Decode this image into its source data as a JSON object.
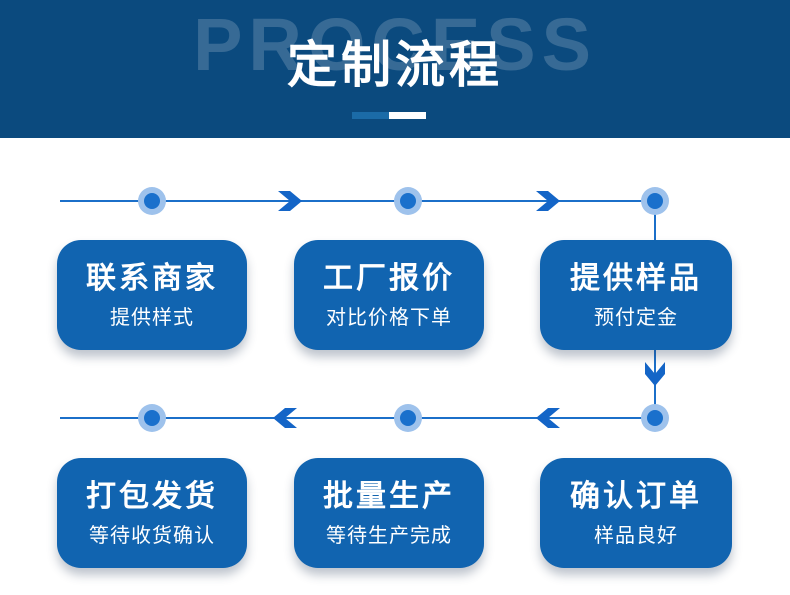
{
  "page": {
    "background_color": "#ffffff"
  },
  "header": {
    "background_color": "#0b4a7e",
    "watermark": "PROCESS",
    "title": "定制流程",
    "divider": {
      "left_color": "#1b6ba7",
      "right_color": "#ffffff"
    }
  },
  "flow": {
    "line_color": "#1b6fc9",
    "node_color": "#1a70cc",
    "node_halo_color": "#9ec2ec",
    "box_color": "#1164b0",
    "rows": [
      {
        "direction": "right",
        "steps": [
          {
            "title": "联系商家",
            "subtitle": "提供样式"
          },
          {
            "title": "工厂报价",
            "subtitle": "对比价格下单"
          },
          {
            "title": "提供样品",
            "subtitle": "预付定金"
          }
        ]
      },
      {
        "direction": "left",
        "steps": [
          {
            "title": "打包发货",
            "subtitle": "等待收货确认"
          },
          {
            "title": "批量生产",
            "subtitle": "等待生产完成"
          },
          {
            "title": "确认订单",
            "subtitle": "样品良好"
          }
        ]
      }
    ]
  }
}
